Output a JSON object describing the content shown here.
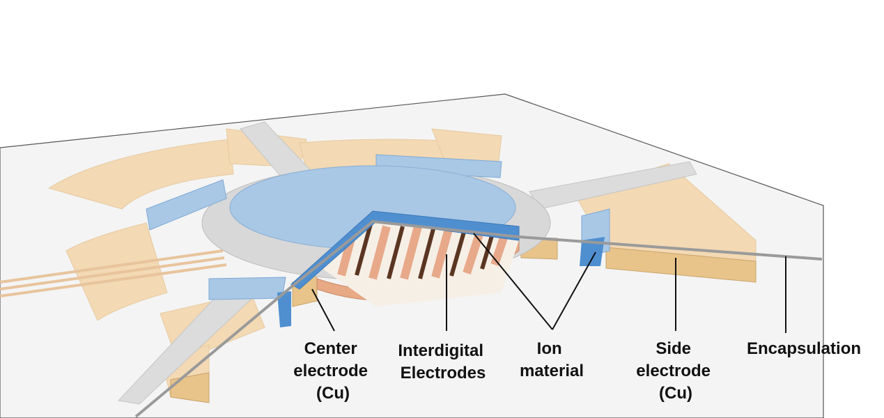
{
  "labels": {
    "center_electrode": [
      "Center",
      "electrode",
      "(Cu)"
    ],
    "interdigital_electrodes": [
      "Interdigital",
      "Electrodes"
    ],
    "ion_material": [
      "Ion",
      "material"
    ],
    "side_electrode": [
      "Side",
      "electrode",
      "(Cu)"
    ],
    "encapsulation": [
      "Encapsulation"
    ]
  },
  "colors": {
    "copper_light": "#f3d9b4",
    "copper_side": "#e8c48a",
    "ion_blue": "#a9c8e6",
    "ion_blue_side": "#4f8fd0",
    "interdigital_copper": "#e7a98a",
    "encapsulation_gray": "#cfcfcf",
    "leader_line": "#111111"
  }
}
